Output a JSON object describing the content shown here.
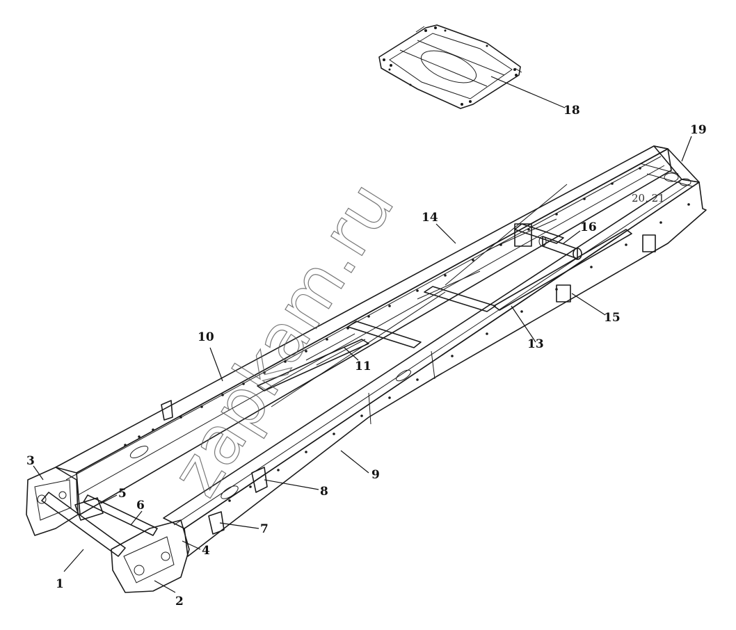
{
  "diagram": {
    "watermark": "zapkam.ru",
    "callouts": [
      {
        "id": "1",
        "label": "1"
      },
      {
        "id": "2",
        "label": "2"
      },
      {
        "id": "3",
        "label": "3"
      },
      {
        "id": "4",
        "label": "4"
      },
      {
        "id": "5",
        "label": "5"
      },
      {
        "id": "6",
        "label": "6"
      },
      {
        "id": "7",
        "label": "7"
      },
      {
        "id": "8",
        "label": "8"
      },
      {
        "id": "9",
        "label": "9"
      },
      {
        "id": "10",
        "label": "10"
      },
      {
        "id": "11",
        "label": "11"
      },
      {
        "id": "13",
        "label": "13"
      },
      {
        "id": "14",
        "label": "14"
      },
      {
        "id": "15",
        "label": "15"
      },
      {
        "id": "16",
        "label": "16"
      },
      {
        "id": "18",
        "label": "18"
      },
      {
        "id": "19",
        "label": "19"
      },
      {
        "id": "20_21",
        "label": "20, 21"
      }
    ]
  }
}
